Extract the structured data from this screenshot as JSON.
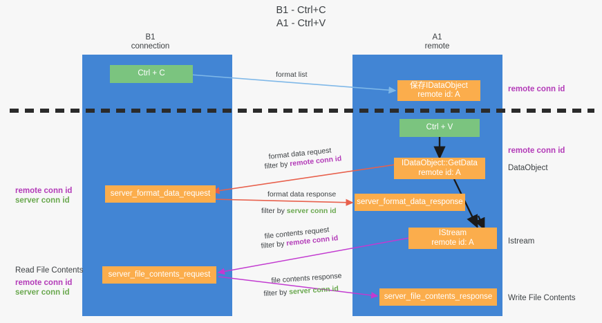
{
  "title": {
    "line1": "B1 - Ctrl+C",
    "line2": "A1 - Ctrl+V"
  },
  "colors": {
    "lane": "#4285d4",
    "green_node": "#7bc47f",
    "orange_node": "#fbad4c",
    "purple_text": "#b33bb8",
    "green_text": "#6aa84f",
    "red_arrow": "#e8604c",
    "magenta_arrow": "#c23ad0",
    "blue_arrow": "#7fb8e8",
    "black_arrow": "#1a1a1a",
    "divider": "#2b2b2b"
  },
  "lanes": [
    {
      "name": "b1",
      "title": "B1",
      "subtitle": "connection"
    },
    {
      "name": "a1",
      "title": "A1",
      "subtitle": "remote"
    }
  ],
  "nodes": [
    {
      "name": "ctrl-c",
      "label": "Ctrl + C",
      "sub": ""
    },
    {
      "name": "ctrl-v",
      "label": "Ctrl + V",
      "sub": ""
    },
    {
      "name": "idataobject",
      "label": "保存IDataObject",
      "sub": "remote id: A"
    },
    {
      "name": "idataobject-getdata",
      "label": "IDataObject::GetData",
      "sub": "remote id: A"
    },
    {
      "name": "server-format-data-request",
      "label": "server_format_data_request",
      "sub": ""
    },
    {
      "name": "server-format-data-response",
      "label": "server_format_data_response",
      "sub": ""
    },
    {
      "name": "istream",
      "label": "IStream",
      "sub": "remote id: A"
    },
    {
      "name": "server-file-contents-request",
      "label": "server_file_contents_request",
      "sub": ""
    },
    {
      "name": "server-file-contents-response",
      "label": "server_file_contents_response",
      "sub": ""
    }
  ],
  "edge_labels": {
    "format_list": "format list",
    "format_data_request": "format data request",
    "format_data_request_filter_prefix": "filter by ",
    "format_data_request_filter_key": "remote conn id",
    "format_data_response": "format data response",
    "format_data_response_filter_prefix": "filter by ",
    "format_data_response_filter_key": "server conn id",
    "file_contents_request": "file contents request",
    "file_contents_request_filter_prefix": "filter by ",
    "file_contents_request_filter_key": "remote conn id",
    "file_contents_response": "file contents response",
    "file_contents_response_filter_prefix": "filter by ",
    "file_contents_response_filter_key": "server conn id"
  },
  "right_labels": {
    "remote_conn_id_top": "remote conn id",
    "remote_conn_id_mid": "remote conn id",
    "dataobject": "DataObject",
    "istream": "Istream",
    "write_file_contents": "Write File Contents"
  },
  "left_labels": {
    "remote_conn_id_mid": "remote conn id",
    "server_conn_id_mid": "server conn id",
    "read_file_contents": "Read File Contents",
    "remote_conn_id_bottom": "remote conn id",
    "server_conn_id_bottom": "server conn id"
  }
}
